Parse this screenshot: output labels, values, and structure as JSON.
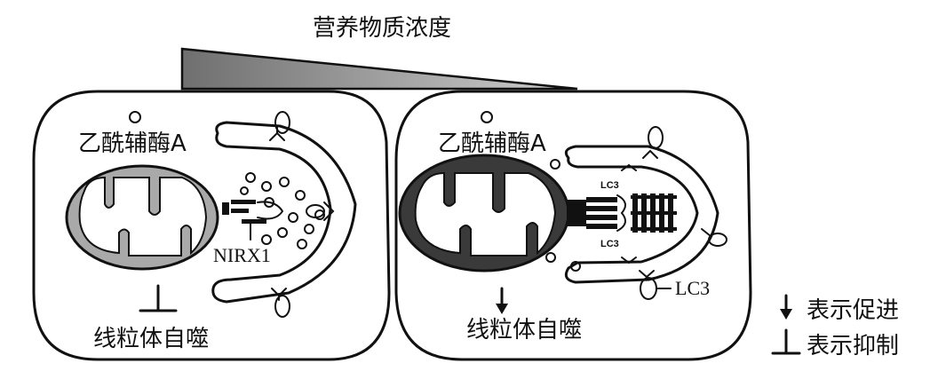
{
  "title": "营养物质浓度",
  "left_cell": {
    "acetyl_coa": "乙酰辅酶A",
    "protein": "NIRX1",
    "outcome": "线粒体自噬"
  },
  "right_cell": {
    "acetyl_coa": "乙酰辅酶A",
    "lc3_top": "LC3",
    "lc3_bottom": "LC3",
    "lc3_label": "LC3",
    "outcome": "线粒体自噬"
  },
  "legend": {
    "promote": "表示促进",
    "inhibit": "表示抑制"
  }
}
